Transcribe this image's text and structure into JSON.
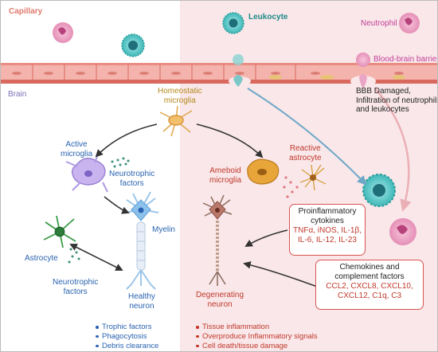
{
  "labels": {
    "capillary": "Capillary",
    "leukocyte": "Leukocyte",
    "neutrophil": "Neutrophil",
    "bbb": "Blood-brain barrier",
    "brain": "Brain",
    "bbb_damage": [
      "BBB Damaged,",
      "Infiltration of neutrophils",
      "and leukocytes"
    ],
    "homeostatic": [
      "Homeostatic",
      "microglia"
    ],
    "active": [
      "Active",
      "microglia"
    ],
    "neurotrophic_1": [
      "Neurotrophic",
      "factors"
    ],
    "neurotrophic_2": [
      "Neurotrophic",
      "factors"
    ],
    "myelin": "Myelin",
    "astrocyte": "Astrocyte",
    "healthy": [
      "Healthy",
      "neuron"
    ],
    "ameboid": [
      "Ameboid",
      "microglia"
    ],
    "reactive": [
      "Reactive",
      "astrocyte"
    ],
    "degenerating": [
      "Degenerating",
      "neuron"
    ]
  },
  "boxes": {
    "cytokines": {
      "title": [
        "Proinflammatory",
        "cytokines"
      ],
      "items": [
        "TNFα, iNOS, IL-1β,",
        "IL-6, IL-12, IL-23"
      ]
    },
    "chemokines": {
      "title": [
        "Chemokines and",
        "complement factors"
      ],
      "items": [
        "CCL2, CXCL8, CXCL10,",
        "CXCL12, C1q, C3"
      ]
    }
  },
  "lists": {
    "healthy_effects": [
      "Trophic factors",
      "Phagocytosis",
      "Debris clearance"
    ],
    "damage_effects": [
      "Tissue inflammation",
      "Overproduce Inflammatory signals",
      "Cell death/tissue damage"
    ]
  },
  "colors": {
    "capillary_label": "#e0796b",
    "brain_label": "#7b6fb5",
    "leukocyte_label": "#1f8a8a",
    "neutrophil_label": "#c2409a",
    "blue_text": "#2a63b0",
    "red_text": "#c0392b",
    "ochre_text": "#b58a1e",
    "green_text": "#2f7d3a",
    "right_panel_bg": "#f9e7e9"
  }
}
